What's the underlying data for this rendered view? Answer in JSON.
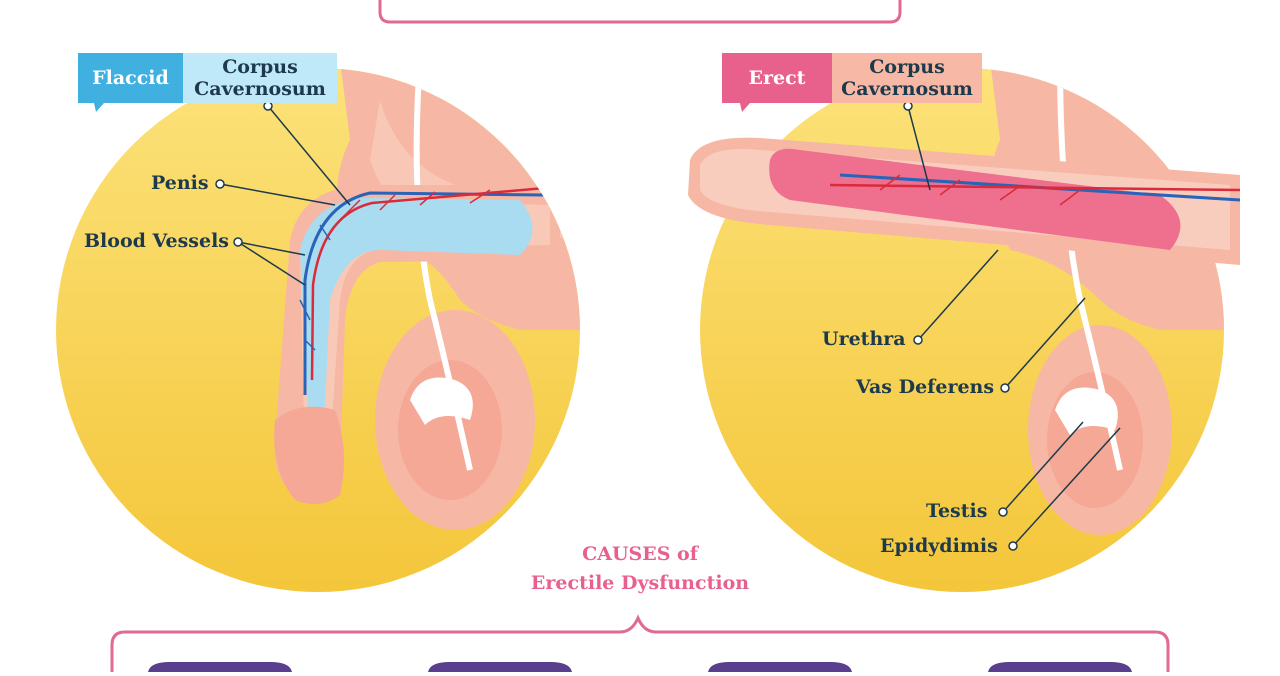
{
  "colors": {
    "circle_yellow": "#f8d44a",
    "skin": "#f6b8a4",
    "flaccid_accent": "#3fb0e0",
    "erect_accent": "#e8618c",
    "vein_blue": "#2a63b8",
    "artery_red": "#d92b3a",
    "label_text": "#1d3a4c",
    "frame_pink": "#e06a95"
  },
  "left_panel": {
    "state_tab": "Flaccid",
    "corpus_label_line1": "Corpus",
    "corpus_label_line2": "Cavernosum",
    "labels": {
      "penis": "Penis",
      "blood_vessels": "Blood Vessels"
    }
  },
  "right_panel": {
    "state_tab": "Erect",
    "corpus_label_line1": "Corpus",
    "corpus_label_line2": "Cavernosum",
    "labels": {
      "urethra": "Urethra",
      "vas_deferens": "Vas Deferens",
      "testis": "Testis",
      "epididymis": "Epidydimis"
    }
  },
  "causes_heading": {
    "line1": "CAUSES of",
    "line2": "Erectile Dysfunction"
  }
}
